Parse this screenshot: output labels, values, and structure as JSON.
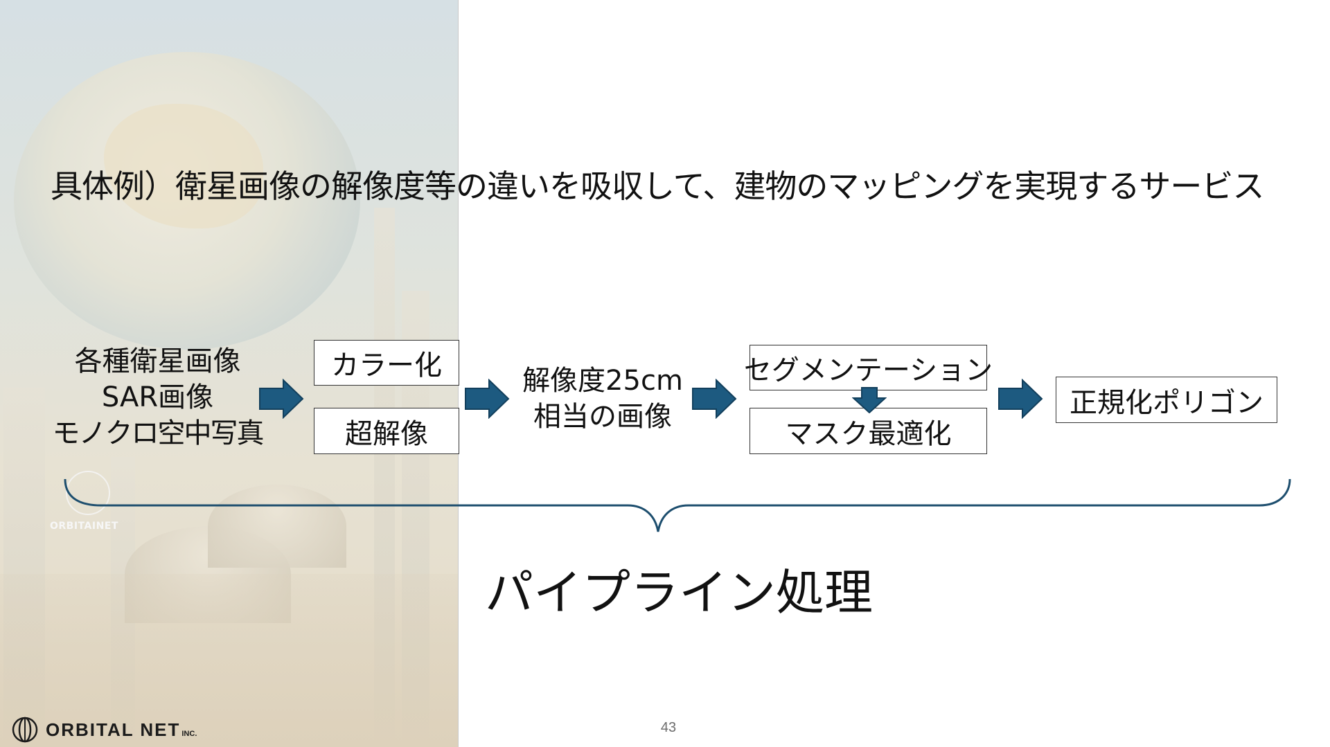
{
  "headline": "具体例）衛星画像の解像度等の違いを吸収して、建物のマッピングを実現するサービス",
  "sources": [
    "各種衛星画像",
    "SAR画像",
    "モノクロ空中写真"
  ],
  "stage1": {
    "top": "カラー化",
    "bottom": "超解像"
  },
  "stage2": [
    "解像度25cm",
    "相当の画像"
  ],
  "stage3": {
    "top": "セグメンテーション",
    "bottom": "マスク最適化"
  },
  "output": "正規化ポリゴン",
  "pipeline_label": "パイプライン処理",
  "page_number": "43",
  "background_logo_text": "ORBITAINET",
  "footer": {
    "brand": "ORBITAL NET",
    "suffix": "INC."
  },
  "colors": {
    "arrow": "#1d5a80",
    "brace": "#1d4e6e",
    "box_border": "#333333"
  },
  "icons": [
    "arrow-right-icon",
    "arrow-down-icon",
    "orbital-net-logo-icon"
  ]
}
